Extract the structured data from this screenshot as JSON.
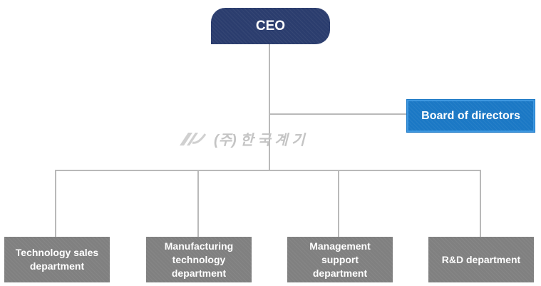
{
  "org_chart": {
    "ceo": "CEO",
    "board": "Board of directors",
    "departments": [
      "Technology sales department",
      "Manufacturing technology department",
      "Management support department",
      "R&D department"
    ],
    "watermark_text": "(주) 한 국 계 기"
  },
  "colors": {
    "ceo_bg": "#2b3d6e",
    "board_bg": "#1b78c5",
    "dept_bg": "#808080",
    "connector": "#b9b9b9"
  }
}
